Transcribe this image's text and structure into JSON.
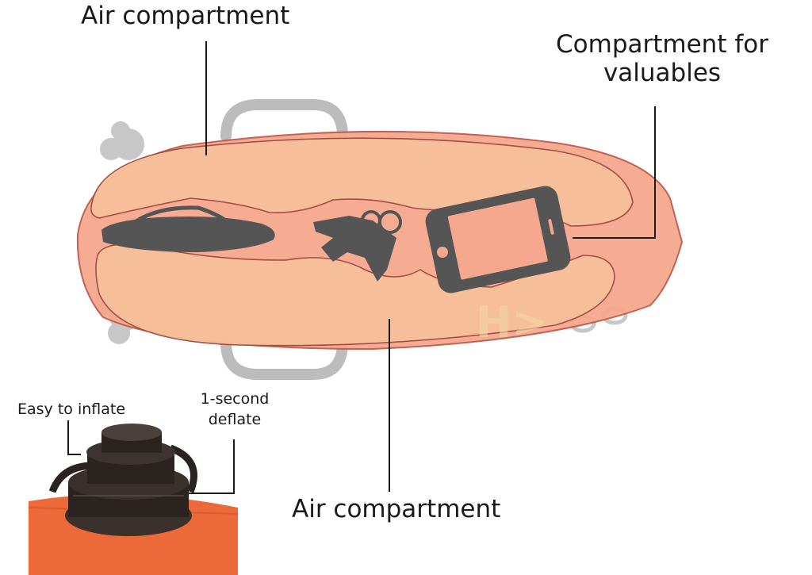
{
  "labels": {
    "air_top": "Air compartment",
    "valuables_line1": "Compartment for",
    "valuables_line2": "valuables",
    "air_bottom": "Air compartment",
    "inflate": "Easy to inflate",
    "deflate_line1": "1-second",
    "deflate_line2": "deflate"
  },
  "colors": {
    "bag": "#f5a88e",
    "bag_outline": "#c05a4a",
    "air_chamber": "#f7c19a",
    "silhouette": "#555555",
    "handle": "#b0b0b0",
    "valve_orange": "#ec6a3a",
    "valve_dark": "#2b2320",
    "leader_line": "#1a1a1a"
  }
}
